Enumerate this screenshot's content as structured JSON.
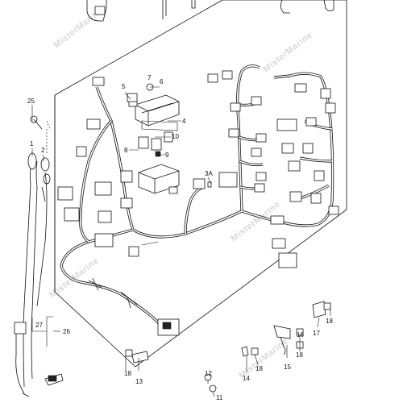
{
  "watermark": {
    "text": "MisterMarine"
  },
  "part_labels": {
    "p1": "1",
    "p2": "2",
    "p3a": "3A",
    "p4": "4",
    "p5": "5",
    "p6": "6",
    "p7": "7",
    "p8": "8",
    "p9": "9",
    "p10": "10",
    "p11": "11",
    "p12": "12",
    "p13": "13",
    "p14": "14",
    "p15": "15",
    "p16": "16",
    "p17": "17",
    "p18a": "18",
    "p18b": "18",
    "p18c": "18",
    "p18d": "18",
    "p25": "25",
    "p26": "26",
    "p27": "27"
  }
}
